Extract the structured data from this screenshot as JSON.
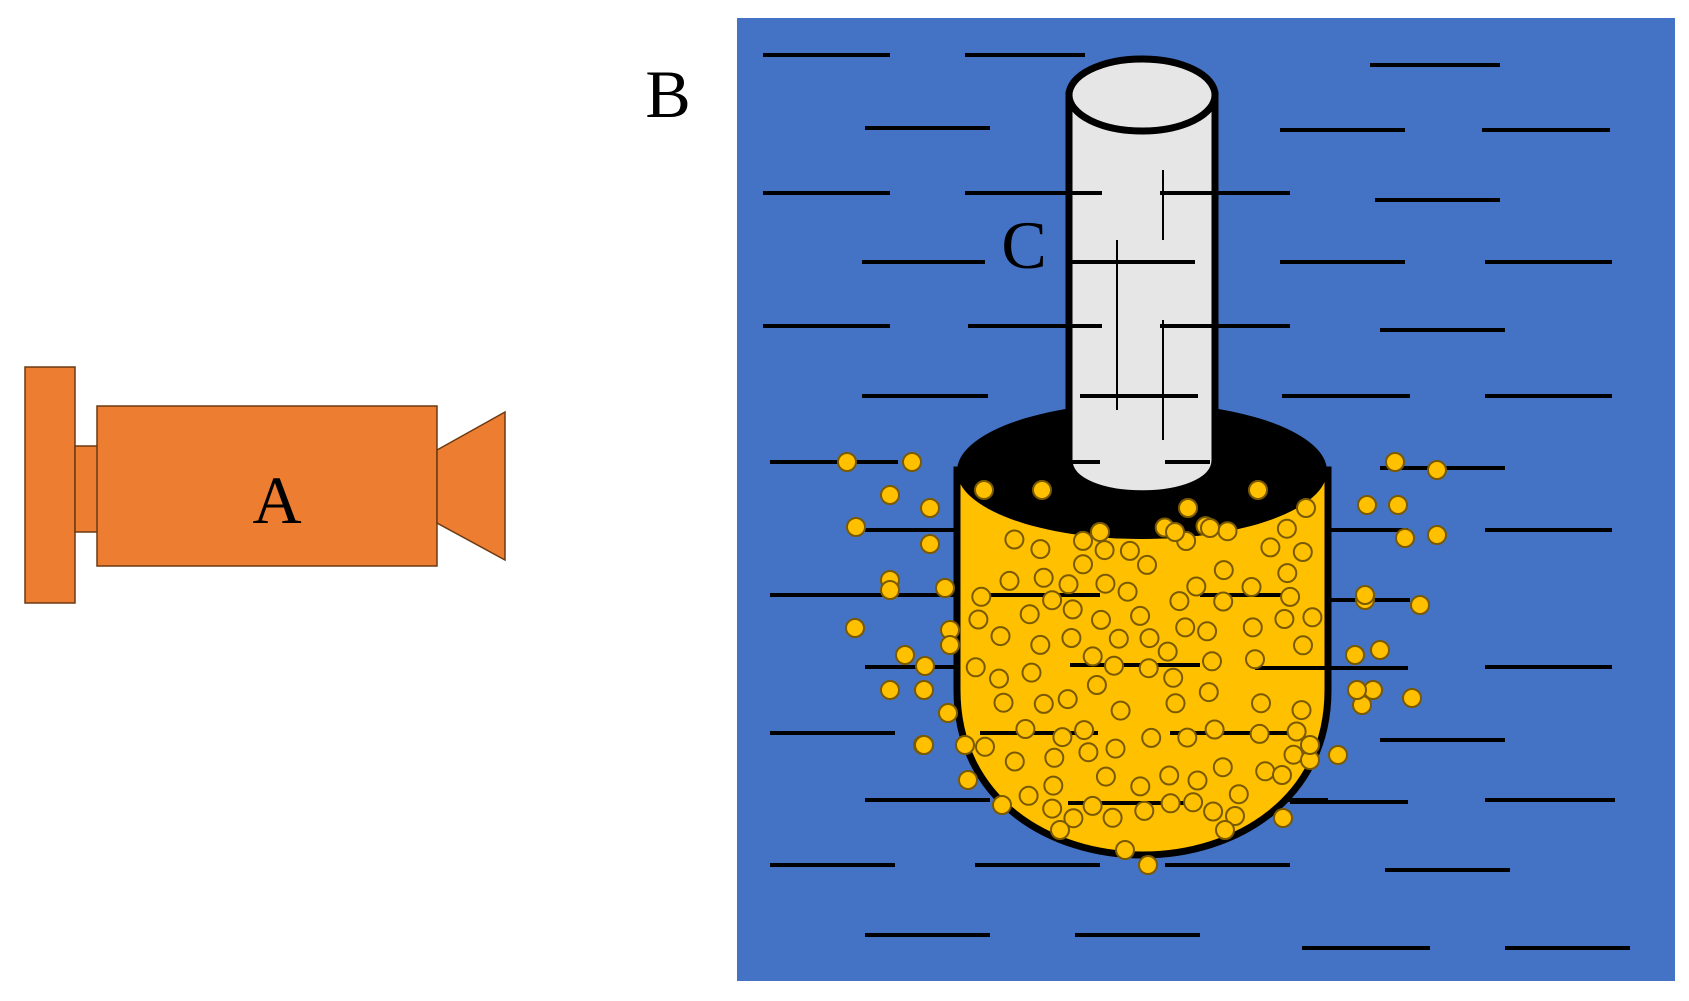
{
  "labels": {
    "a": "A",
    "b": "B",
    "c": "C"
  },
  "colors": {
    "camera": "#ED7D31",
    "water": "#4472C4",
    "cloud": "#FFC000",
    "pipe": "#E6E6E6",
    "outline": "#000000"
  }
}
